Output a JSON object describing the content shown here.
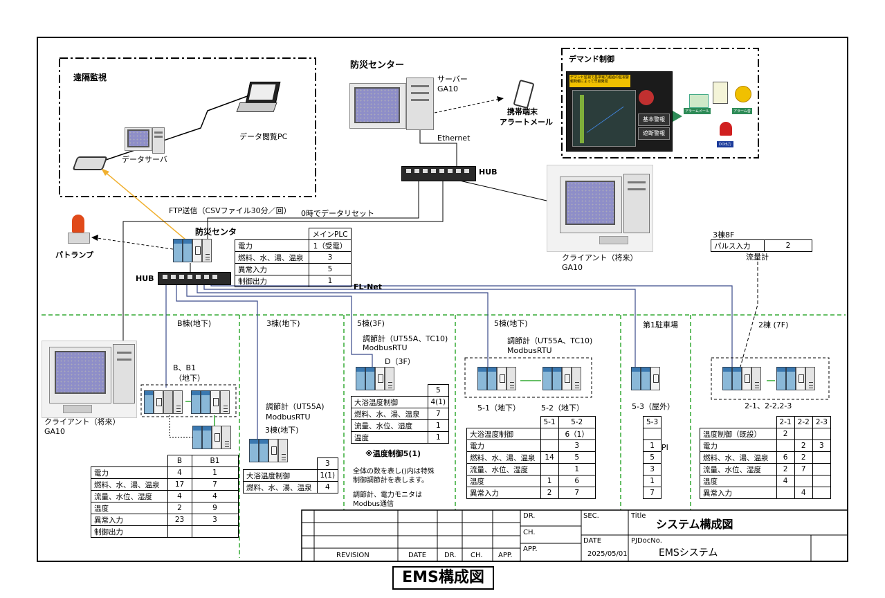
{
  "areas": {
    "remote": "遠隔監視",
    "bousai_center": "防災センター",
    "demand": "デマンド制御",
    "b_underground": "B棟(地下)",
    "b3_underground": "3棟(地下)",
    "b5_3f": "5棟(3F)",
    "b5_underground": "5棟(地下)",
    "parking1": "第1駐車場",
    "b2_7f": "2棟 (7F)"
  },
  "labels": {
    "data_pc": "データ閲覧PC",
    "data_server": "データサーバ",
    "server": "サーバー",
    "server_model": "GA10",
    "mobile1": "携帯端末",
    "mobile2": "アラートメール",
    "ethernet": "Ethernet",
    "hub_top": "HUB",
    "hub_main": "HUB",
    "client1": "クライアント（将来）",
    "client1_model": "GA10",
    "client2": "クライアント（将来）",
    "client2_model": "GA10",
    "ftp": "FTP送信（CSVファイル30分／回）",
    "reset": "0時でデータリセット",
    "patlamp": "パトランプ",
    "bousai_plc": "防災センタ",
    "fl_net": "FL-Net",
    "b_b1": "B、B1",
    "b_b1_sub": "（地下）",
    "ctrl_5_3f": "調節計（UT55A、TC10)",
    "ctrl_5_3f_proto": "ModbusRTU",
    "d_3f": "D（3F）",
    "ctrl_3": "調節計（UT55A)",
    "ctrl_3_proto": "ModbusRTU",
    "b3_sub": "3棟(地下)",
    "ctrl_5b": "調節計（UT55A、TC10)",
    "ctrl_5b_proto": "ModbusRTU",
    "u51": "5-1（地下）",
    "u52": "5-2（地下）",
    "u53": "5-3（屋外）",
    "u2": "2-1、2-2,2-3",
    "b3_8f": "3棟8F",
    "flowmeter": "流量計",
    "pi": "PI",
    "note1": "※温度制御5(1)",
    "note2": "全体の数を表し()内は特殊",
    "note3": "制御調節計を表します。",
    "note4": "調節計、電力モニタは",
    "note5": "Modbus通信",
    "demand_banner": "デマンド監視で基準電力超過の監視警報発報によって早期発見",
    "demand_warn1": "基本警報",
    "demand_warn2": "遮断警報",
    "demand_mail": "アラームメール",
    "demand_lamp": "アラーム音",
    "demand_do": "DO出力"
  },
  "main_plc_table": {
    "header": "メインPLC",
    "rows": [
      [
        "電力",
        "1（受電）"
      ],
      [
        "燃料、水、湯、温泉",
        "3"
      ],
      [
        "異常入力",
        "5"
      ],
      [
        "制御出力",
        "1"
      ]
    ]
  },
  "pulse_table": {
    "label": "パルス入力",
    "value": "2"
  },
  "b_table": {
    "headers": [
      "",
      "B",
      "B1"
    ],
    "rows": [
      [
        "電力",
        "4",
        "1"
      ],
      [
        "燃料、水、湯、温泉",
        "17",
        "7"
      ],
      [
        "流量、水位、湿度",
        "4",
        "4"
      ],
      [
        "温度",
        "2",
        "9"
      ],
      [
        "異常入力",
        "23",
        "3"
      ],
      [
        "制御出力",
        "",
        ""
      ]
    ]
  },
  "b3_table": {
    "header": "3",
    "rows": [
      [
        "大浴温度制御",
        "1(1)"
      ],
      [
        "燃料、水、湯、温泉",
        "4"
      ]
    ]
  },
  "d_table": {
    "header": "5",
    "rows": [
      [
        "大浴温度制御",
        "4(1)"
      ],
      [
        "燃料、水、湯、温泉",
        "7"
      ],
      [
        "流量、水位、湿度",
        "1"
      ],
      [
        "温度",
        "1"
      ]
    ]
  },
  "b5_table": {
    "headers": [
      "",
      "5-1",
      "5-2"
    ],
    "rows": [
      [
        "大浴温度制御",
        "",
        "6（1）"
      ],
      [
        "電力",
        "",
        "3"
      ],
      [
        "燃料、水、湯、温泉",
        "14",
        "5"
      ],
      [
        "流量、水位、湿度",
        "",
        "1"
      ],
      [
        "温度",
        "1",
        "6"
      ],
      [
        "異常入力",
        "2",
        "7"
      ]
    ]
  },
  "u53_table": {
    "header": "5-3",
    "values": [
      "",
      "1",
      "5",
      "3",
      "1",
      "7"
    ]
  },
  "b2_table": {
    "headers": [
      "",
      "2-1",
      "2-2",
      "2-3"
    ],
    "rows": [
      [
        "温度制御（既設）",
        "2",
        "",
        ""
      ],
      [
        "電力",
        "",
        "2",
        "3"
      ],
      [
        "燃料、水、湯、温泉",
        "6",
        "2",
        ""
      ],
      [
        "流量、水位、湿度",
        "2",
        "7",
        ""
      ],
      [
        "温度",
        "4",
        "",
        ""
      ],
      [
        "異常入力",
        "",
        "4",
        ""
      ]
    ]
  },
  "title_block": {
    "revision": "REVISION",
    "date": "DATE",
    "dr": "DR.",
    "ch": "CH.",
    "app": "APP.",
    "sec": "SEC.",
    "title_label": "Title",
    "title": "システム構成図",
    "date_label": "DATE",
    "date_value": "2025/05/01",
    "pjdoc": "PJDocNo.",
    "pjdoc_value": "EMSシステム"
  },
  "caption": "EMS構成図",
  "colors": {
    "green_dash": "#33aa33",
    "blue_line": "#3a4a8a",
    "ftp_arrow": "#f0b030",
    "plc_blue": "#8ab8d8"
  }
}
